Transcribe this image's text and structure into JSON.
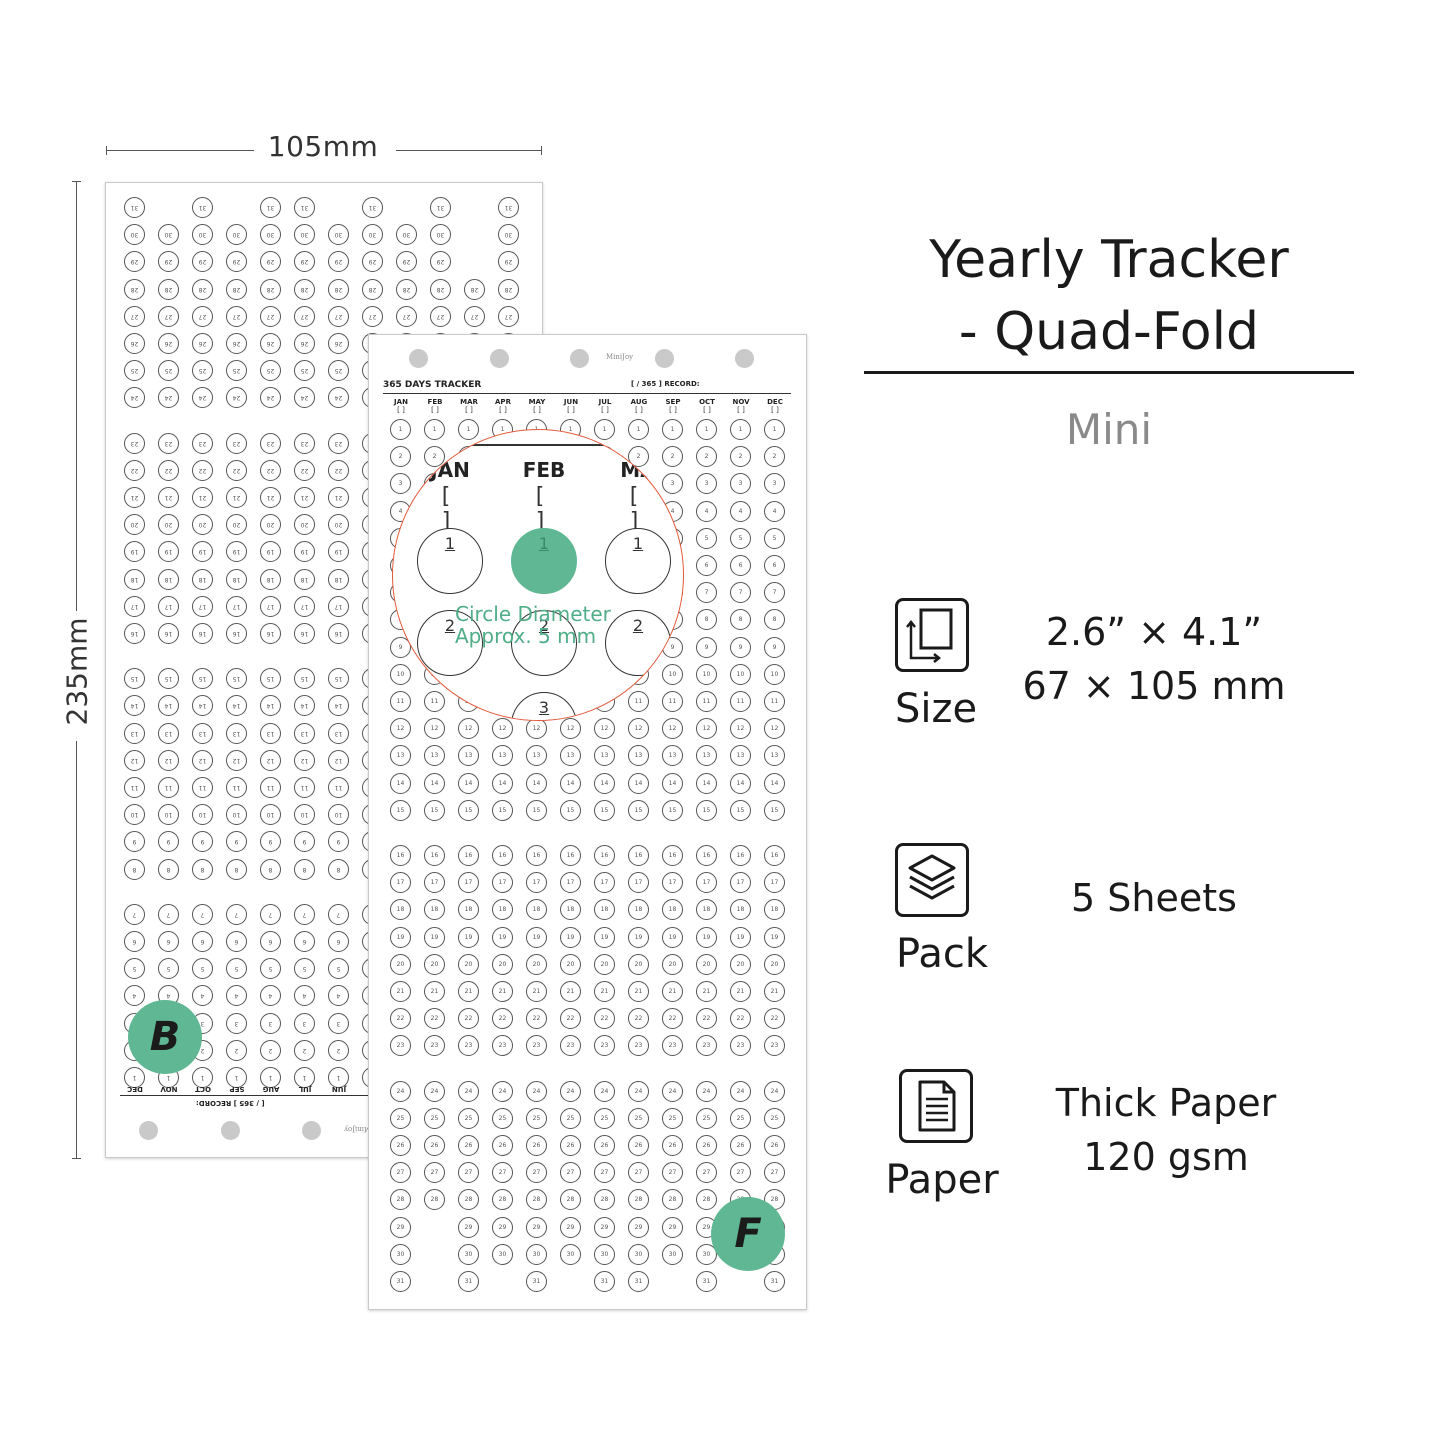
{
  "dimensions": {
    "width_label": "105mm",
    "height_label": "235mm"
  },
  "product": {
    "title_line1": "Yearly Tracker",
    "title_line2": "- Quad-Fold",
    "subtitle": "Mini"
  },
  "features": [
    {
      "icon": "size-icon",
      "label": "Size",
      "value_line1": "2.6” × 4.1”",
      "value_line2": "67 × 105 mm"
    },
    {
      "icon": "layers-icon",
      "label": "Pack",
      "value_line1": "5 Sheets",
      "value_line2": ""
    },
    {
      "icon": "document-icon",
      "label": "Paper",
      "value_line1": "Thick Paper",
      "value_line2": "120 gsm"
    }
  ],
  "front_sheet": {
    "brand": "MiniJoy",
    "header_title": "365 DAYS TRACKER",
    "header_record": "[        / 365 ]  RECORD:",
    "months": [
      "JAN",
      "FEB",
      "MAR",
      "APR",
      "MAY",
      "JUN",
      "JUL",
      "AUG",
      "SEP",
      "OCT",
      "NOV",
      "DEC"
    ],
    "bracket": "[   ]",
    "days_in_month": [
      31,
      28,
      31,
      30,
      31,
      30,
      31,
      31,
      30,
      31,
      30,
      31
    ],
    "badge": "F"
  },
  "back_sheet": {
    "brand": "MiniJoy",
    "record": "[        / 365 ]  RECORD:",
    "months_reversed": [
      "DEC",
      "NOV",
      "OCT",
      "SEP",
      "AUG",
      "JUL",
      "JUN"
    ],
    "badge": "B"
  },
  "zoom": {
    "months": [
      "JAN",
      "FEB",
      "MA"
    ],
    "bracket": "[ ]",
    "row1": [
      "1",
      "1",
      "1"
    ],
    "row2": [
      "2",
      "2",
      "2"
    ],
    "row3": [
      "3"
    ],
    "note_line1": "Circle Diameter",
    "note_line2": "Approx. 5 mm",
    "accent_color": "#5fb893",
    "ring_color": "#e25a3a"
  }
}
